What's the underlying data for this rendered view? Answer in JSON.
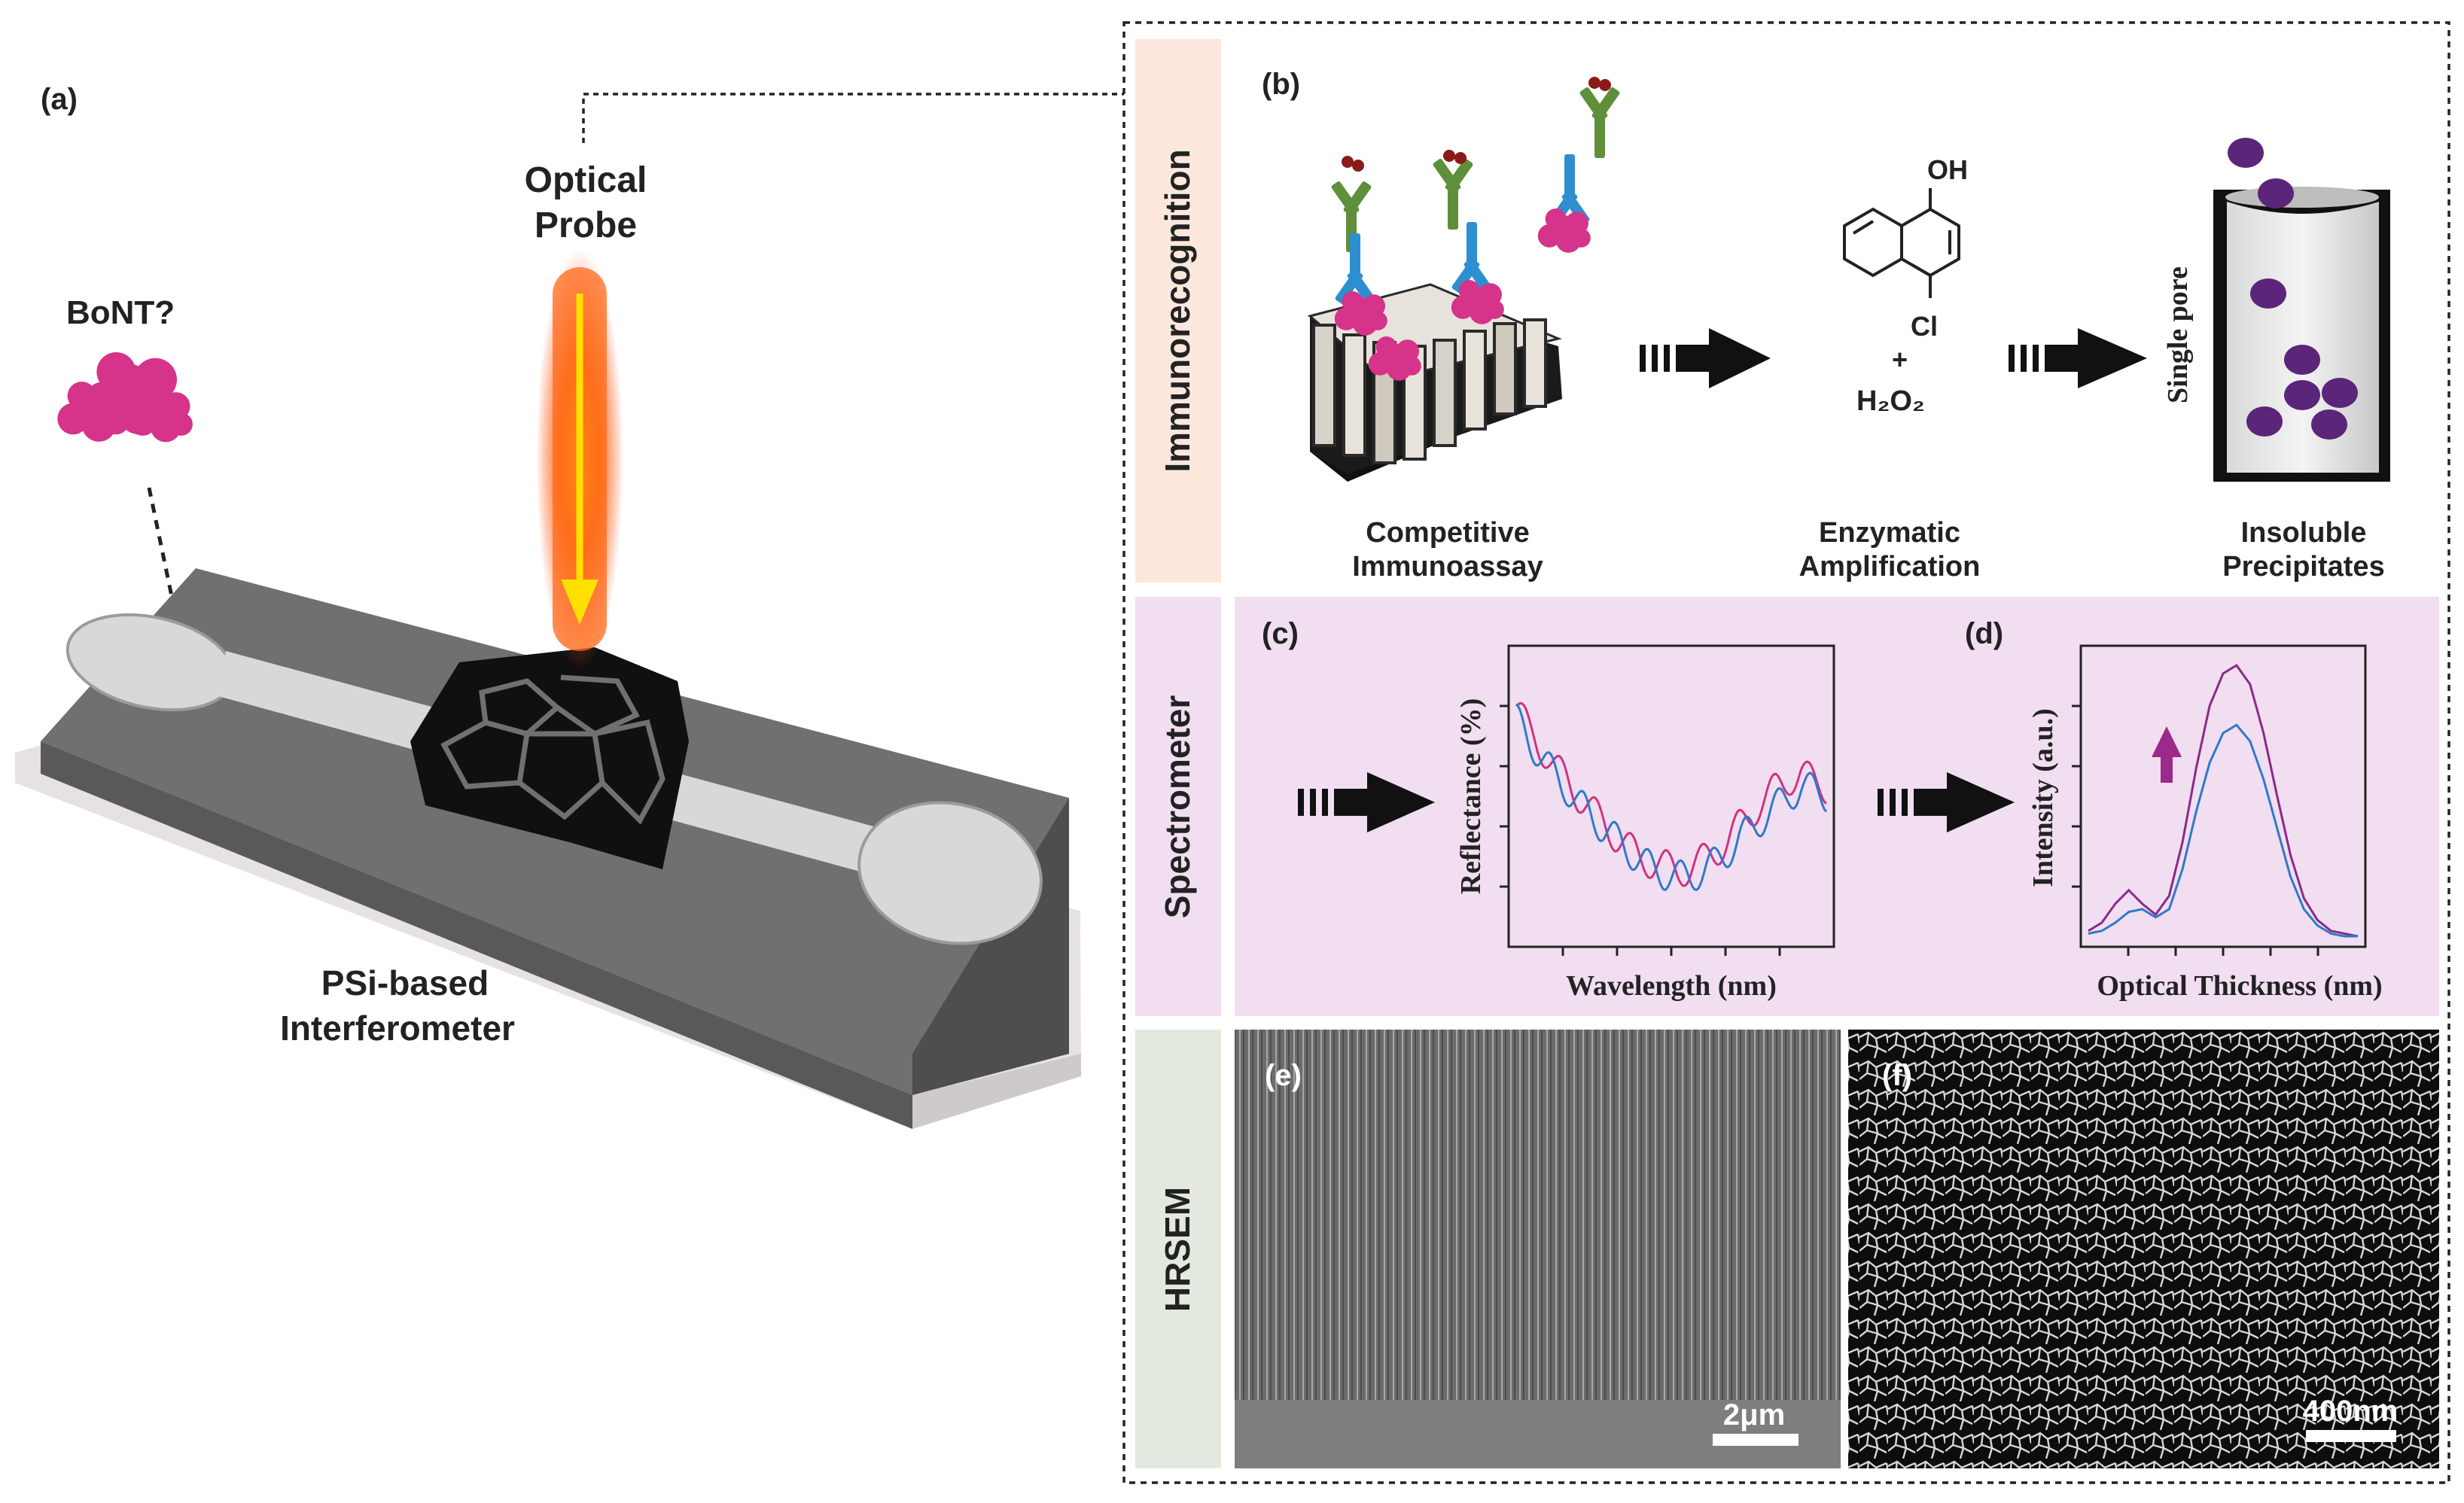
{
  "panel_a": {
    "label": "(a)",
    "analyte": "BoNT?",
    "probe_line1": "Optical",
    "probe_line2": "Probe",
    "device_line1": "PSi-based",
    "device_line2": "Interferometer"
  },
  "panel_b": {
    "label": "(b)",
    "side_label": "Immunorecognition",
    "step1_line1": "Competitive",
    "step1_line2": "Immunoassay",
    "step2_line1": "Enzymatic",
    "step2_line2": "Amplification",
    "step3_line1": "Insoluble",
    "step3_line2": "Precipitates",
    "pore_label": "Single pore",
    "chem_oh": "OH",
    "chem_cl": "Cl",
    "chem_plus": "+",
    "chem_h2o2": "H₂O₂"
  },
  "panel_c": {
    "label": "(c)",
    "side_label": "Spectrometer",
    "xlabel": "Wavelength (nm)",
    "ylabel": "Reflectance (%)"
  },
  "panel_d": {
    "label": "(d)",
    "xlabel": "Optical Thickness (nm)",
    "ylabel": "Intensity (a.u.)"
  },
  "panel_e": {
    "label": "(e)",
    "side_label": "HRSEM",
    "scale": "2μm"
  },
  "panel_f": {
    "label": "(f)",
    "scale": "400nm"
  },
  "colors": {
    "immuno_band": "#fbe7dc",
    "spectro_band": "#f1def0",
    "hrsem_band": "#e3e9df",
    "purple_series": "#8a2a8a",
    "blue_series": "#2f79c8",
    "pink_series": "#d0327f",
    "antibody_green": "#5f8f3a",
    "antibody_blue": "#2d8fd0",
    "bont_magenta": "#d6338a",
    "precipitate_purple": "#5b2579",
    "probe_orange": "#ff6a1a",
    "probe_arrow": "#ffe000"
  },
  "chart_data": [
    {
      "type": "line",
      "panel": "(c)",
      "title": "",
      "xlabel": "Wavelength (nm)",
      "ylabel": "Reflectance (%)",
      "x": [
        0,
        4,
        8,
        12,
        16,
        20,
        24,
        28,
        32,
        36,
        40,
        44,
        48,
        52,
        56,
        60,
        64,
        68,
        72,
        76,
        80,
        84,
        88,
        92,
        96,
        100
      ],
      "series": [
        {
          "values": [
            0.85,
            0.76,
            0.7,
            0.63,
            0.58,
            0.52,
            0.47,
            0.42,
            0.37,
            0.33,
            0.29,
            0.27,
            0.26,
            0.24,
            0.25,
            0.28,
            0.31,
            0.35,
            0.41,
            0.46,
            0.5,
            0.55,
            0.58,
            0.6,
            0.57,
            0.55
          ]
        },
        {
          "values": [
            0.8,
            0.73,
            0.66,
            0.6,
            0.55,
            0.49,
            0.45,
            0.4,
            0.36,
            0.32,
            0.28,
            0.25,
            0.23,
            0.22,
            0.22,
            0.24,
            0.27,
            0.31,
            0.36,
            0.4,
            0.44,
            0.48,
            0.52,
            0.55,
            0.54,
            0.52
          ]
        }
      ],
      "grid": false
    },
    {
      "type": "line",
      "panel": "(d)",
      "title": "",
      "xlabel": "Optical Thickness (nm)",
      "ylabel": "Intensity (a.u.)",
      "x": [
        0,
        5,
        10,
        15,
        20,
        25,
        30,
        35,
        40,
        45,
        50,
        55,
        60,
        65,
        70,
        75,
        80,
        85,
        90,
        95,
        100
      ],
      "series": [
        {
          "values": [
            0.02,
            0.05,
            0.12,
            0.17,
            0.12,
            0.08,
            0.15,
            0.35,
            0.62,
            0.85,
            0.97,
            1.0,
            0.93,
            0.75,
            0.52,
            0.3,
            0.14,
            0.06,
            0.02,
            0.01,
            0.0
          ]
        },
        {
          "values": [
            0.01,
            0.02,
            0.05,
            0.09,
            0.1,
            0.07,
            0.1,
            0.25,
            0.46,
            0.64,
            0.75,
            0.78,
            0.72,
            0.58,
            0.4,
            0.22,
            0.1,
            0.04,
            0.01,
            0.0,
            0.0
          ]
        }
      ],
      "grid": false
    }
  ]
}
